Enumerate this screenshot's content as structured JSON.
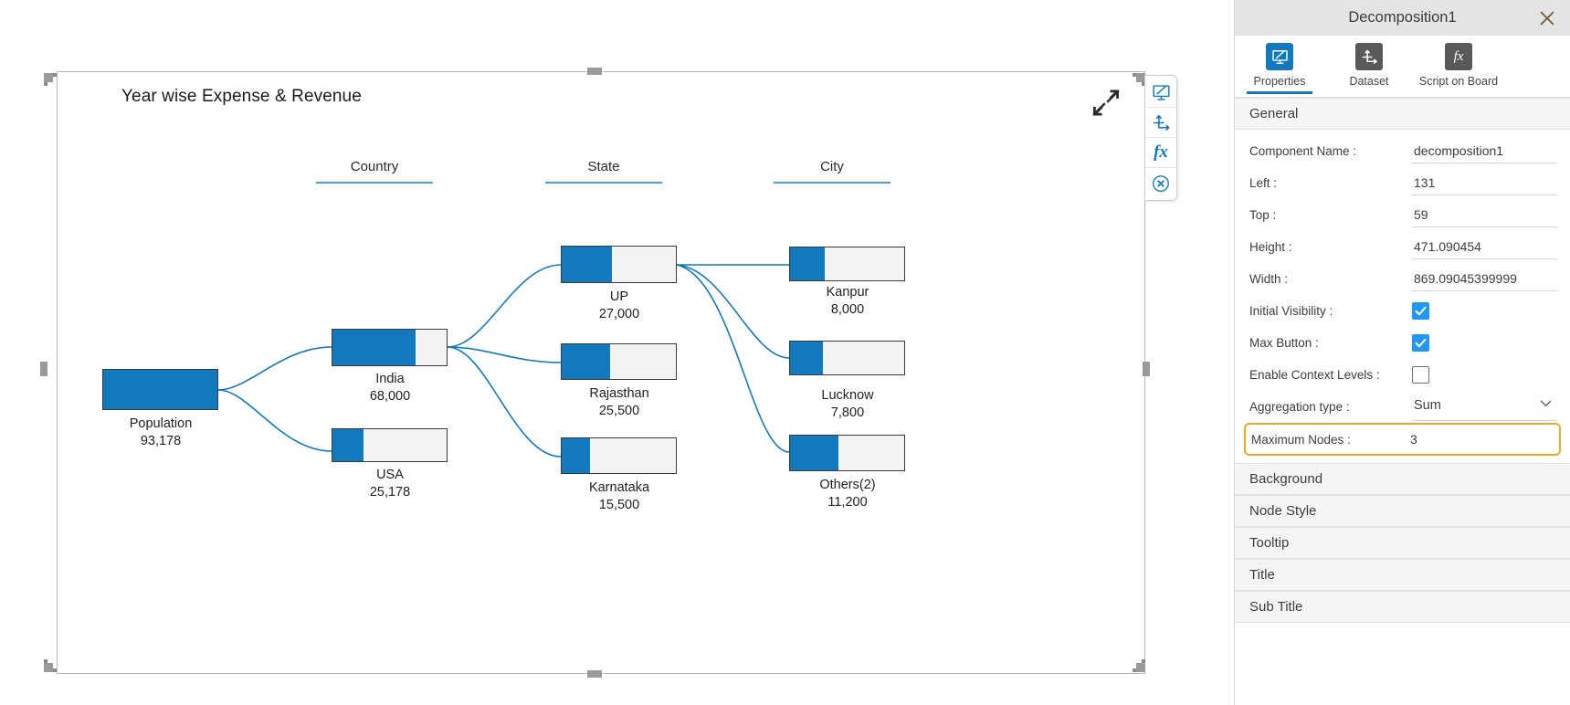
{
  "canvas": {
    "chart_title": "Year wise Expense & Revenue",
    "maximize_icon": "expand-arrows-icon"
  },
  "float_toolbar": {
    "items": [
      {
        "icon": "monitor-edit-icon",
        "name": "properties"
      },
      {
        "icon": "axis-dataset-icon",
        "name": "dataset"
      },
      {
        "icon": "fx-icon",
        "name": "script"
      },
      {
        "icon": "close-circle-icon",
        "name": "remove"
      }
    ]
  },
  "panel": {
    "title": "Decomposition1",
    "close_icon": "close-icon",
    "tabs": [
      {
        "label": "Properties",
        "icon": "monitor-edit-icon",
        "active": true
      },
      {
        "label": "Dataset",
        "icon": "axis-dataset-icon",
        "active": false
      },
      {
        "label": "Script on Board",
        "icon": "fx-icon",
        "active": false
      }
    ],
    "sections": {
      "general": "General",
      "collapsed": [
        "Background",
        "Node Style",
        "Tooltip",
        "Title",
        "Sub Title"
      ]
    },
    "general_fields": [
      {
        "label": "Component Name :",
        "value": "decomposition1",
        "type": "text"
      },
      {
        "label": "Left :",
        "value": "131",
        "type": "text"
      },
      {
        "label": "Top :",
        "value": "59",
        "type": "text"
      },
      {
        "label": "Height :",
        "value": "471.090454",
        "type": "text"
      },
      {
        "label": "Width :",
        "value": "869.09045399999",
        "type": "text"
      },
      {
        "label": "Initial Visibility :",
        "value": "",
        "type": "checkbox",
        "checked": true
      },
      {
        "label": "Max Button :",
        "value": "",
        "type": "checkbox",
        "checked": true
      },
      {
        "label": "Enable Context Levels :",
        "value": "",
        "type": "checkbox",
        "checked": false
      },
      {
        "label": "Aggregation type :",
        "value": "Sum",
        "type": "select"
      },
      {
        "label": "Maximum Nodes :",
        "value": "3",
        "type": "text",
        "highlight": true
      }
    ],
    "accent_color": "#1279bf",
    "highlight_color": "#efa820"
  },
  "chart_data": {
    "type": "diagram",
    "title": "Year wise Expense & Revenue",
    "columns": [
      "Country",
      "State",
      "City"
    ],
    "root": {
      "name": "Population",
      "value": "93,178",
      "fill_pct": 100
    },
    "nodes": [
      {
        "level": "Country",
        "name": "India",
        "value": "68,000",
        "fill_pct": 73
      },
      {
        "level": "Country",
        "name": "USA",
        "value": "25,178",
        "fill_pct": 27
      },
      {
        "level": "State",
        "name": "UP",
        "value": "27,000",
        "fill_pct": 44
      },
      {
        "level": "State",
        "name": "Rajasthan",
        "value": "25,500",
        "fill_pct": 42
      },
      {
        "level": "State",
        "name": "Karnataka",
        "value": "15,500",
        "fill_pct": 25
      },
      {
        "level": "City",
        "name": "Kanpur",
        "value": "8,000",
        "fill_pct": 30
      },
      {
        "level": "City",
        "name": "Lucknow",
        "value": "7,800",
        "fill_pct": 29
      },
      {
        "level": "City",
        "name": "Others(2)",
        "value": "11,200",
        "fill_pct": 42
      }
    ],
    "links": [
      [
        "Population",
        "India"
      ],
      [
        "Population",
        "USA"
      ],
      [
        "India",
        "UP"
      ],
      [
        "India",
        "Rajasthan"
      ],
      [
        "India",
        "Karnataka"
      ],
      [
        "UP",
        "Kanpur"
      ],
      [
        "UP",
        "Lucknow"
      ],
      [
        "UP",
        "Others(2)"
      ]
    ],
    "link_color": "#1279bf",
    "node_fill_color": "#1279bf",
    "node_empty_color": "#f3f3f3"
  }
}
